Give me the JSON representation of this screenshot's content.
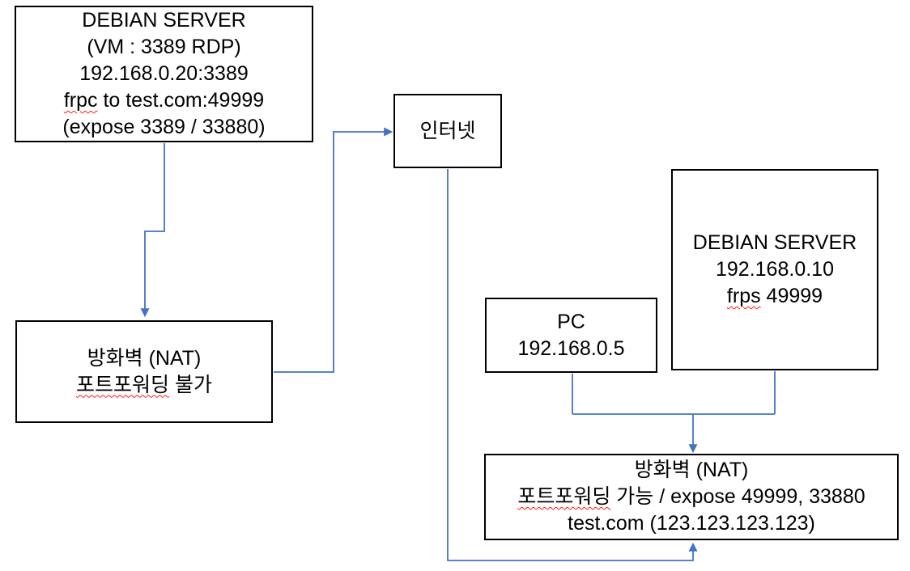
{
  "diagram": {
    "nodes": {
      "debian_vm": {
        "line1": "DEBIAN SERVER",
        "line2": "(VM : 3389 RDP)",
        "line3": "192.168.0.20:3389",
        "line4_word": "frpc",
        "line4_rest": " to test.com:49999",
        "line5": "(expose 3389 / 33880)"
      },
      "internet": {
        "label": "인터넷"
      },
      "firewall_left": {
        "line1": "방화벽 (NAT)",
        "line2_word": "포트포워딩",
        "line2_rest": " 불가"
      },
      "pc": {
        "line1": "PC",
        "line2": "192.168.0.5"
      },
      "debian_frps": {
        "line1": "DEBIAN SERVER",
        "line2": "192.168.0.10",
        "line3_word": "frps",
        "line3_rest": " 49999"
      },
      "firewall_right": {
        "line1": "방화벽 (NAT)",
        "line2_word": "포트포워딩",
        "line2_rest": " 가능 / expose 49999, 33880",
        "line3": "test.com (123.123.123.123)"
      }
    },
    "colors": {
      "connector_blue": "#4472c4",
      "box_border": "#000000",
      "text": "#000000",
      "spellcheck_red": "#ff1a0e",
      "background": "#ffffff"
    }
  }
}
